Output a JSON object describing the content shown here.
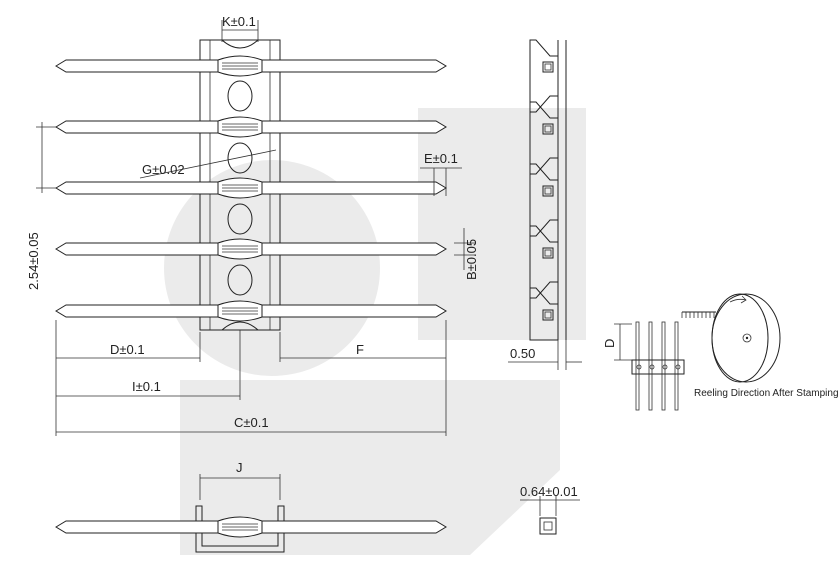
{
  "labels": {
    "k": "K±0.1",
    "g": "G±0.02",
    "e": "E±0.1",
    "b": "B±0.05",
    "pitch": "2.54±0.05",
    "d": "D±0.1",
    "f": "F",
    "i": "I±0.1",
    "c": "C±0.1",
    "j": "J",
    "half": "0.50",
    "square": "0.64±0.01",
    "d_side": "D",
    "reeling": "Reeling Direction After Stamping"
  },
  "colors": {
    "line": "#222222",
    "watermark": "#ebebeb"
  }
}
